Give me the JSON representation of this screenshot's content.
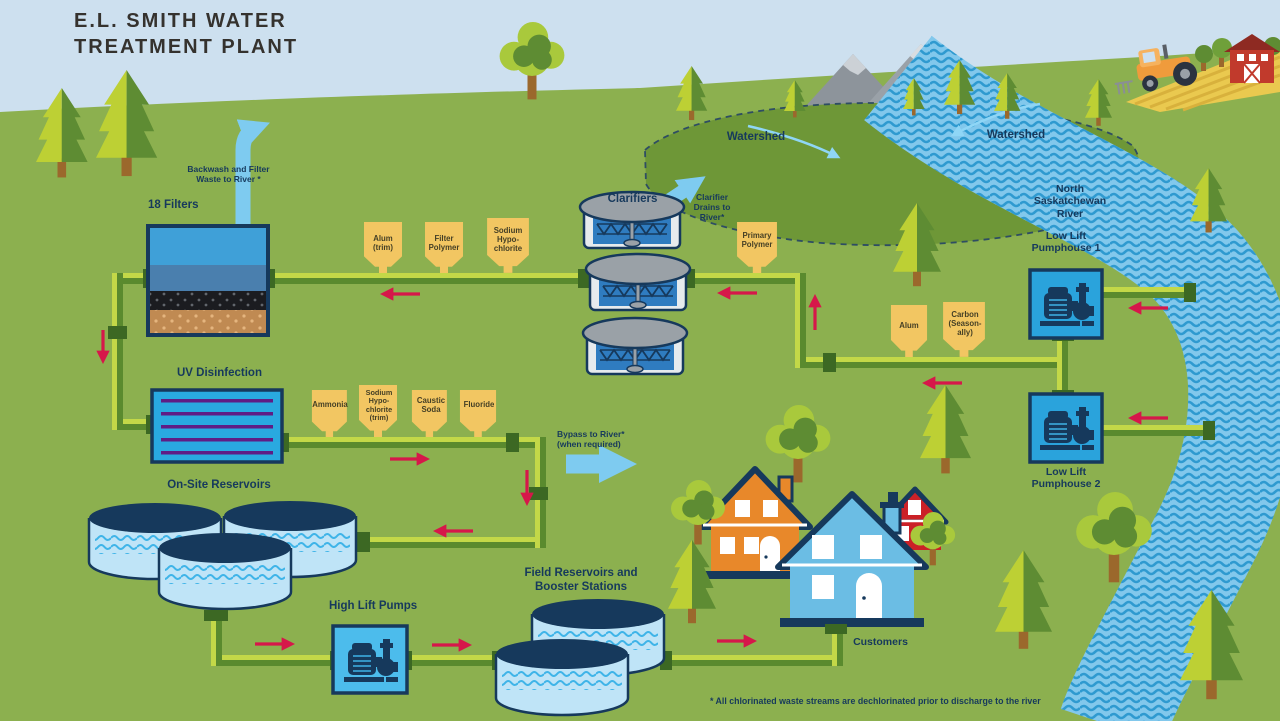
{
  "title": "E.L. SMITH WATER\nTREATMENT PLANT",
  "labels": {
    "filters": "18 Filters",
    "backwash": "Backwash and Filter\nWaste to River *",
    "clarifiers": "Clarifiers",
    "clarifier_drains": "Clarifier\nDrains to\nRiver*",
    "watershed_left": "Watershed",
    "watershed_right": "Watershed",
    "river": "North\nSaskatchewan\nRiver",
    "low_lift_1": "Low Lift\nPumphouse 1",
    "low_lift_2": "Low Lift\nPumphouse 2",
    "uv": "UV Disinfection",
    "onsite_reservoirs": "On-Site Reservoirs",
    "bypass": "Bypass to River*\n(when required)",
    "high_lift": "High Lift Pumps",
    "field_reservoirs": "Field Reservoirs and\nBooster Stations",
    "customers": "Customers",
    "footnote": "* All chlorinated waste streams are dechlorinated prior to discharge to the river"
  },
  "chemicals": [
    {
      "name": "Alum\n(trim)"
    },
    {
      "name": "Filter\nPolymer"
    },
    {
      "name": "Sodium\nHypo-\nchlorite"
    },
    {
      "name": "Primary\nPolymer"
    },
    {
      "name": "Alum"
    },
    {
      "name": "Carbon\n(Season-\nally)"
    },
    {
      "name": "Ammonia"
    },
    {
      "name": "Sodium\nHypo-\nchlorite\n(trim)"
    },
    {
      "name": "Caustic\nSoda"
    },
    {
      "name": "Fluoride"
    }
  ],
  "colors": {
    "sky": "#cde0ef",
    "grass": "#8cb04f",
    "watershed": "#6e9737",
    "river": "#82c8ec",
    "river_wave": "#2f9ad0",
    "pipe_dark": "#5a8a2e",
    "pipe_light": "#c3d848",
    "flow_arrow_red": "#d6174a",
    "water_arrow_blue": "#7ecbf0",
    "hopper_yellow": "#f2c662",
    "navy": "#16395c"
  }
}
